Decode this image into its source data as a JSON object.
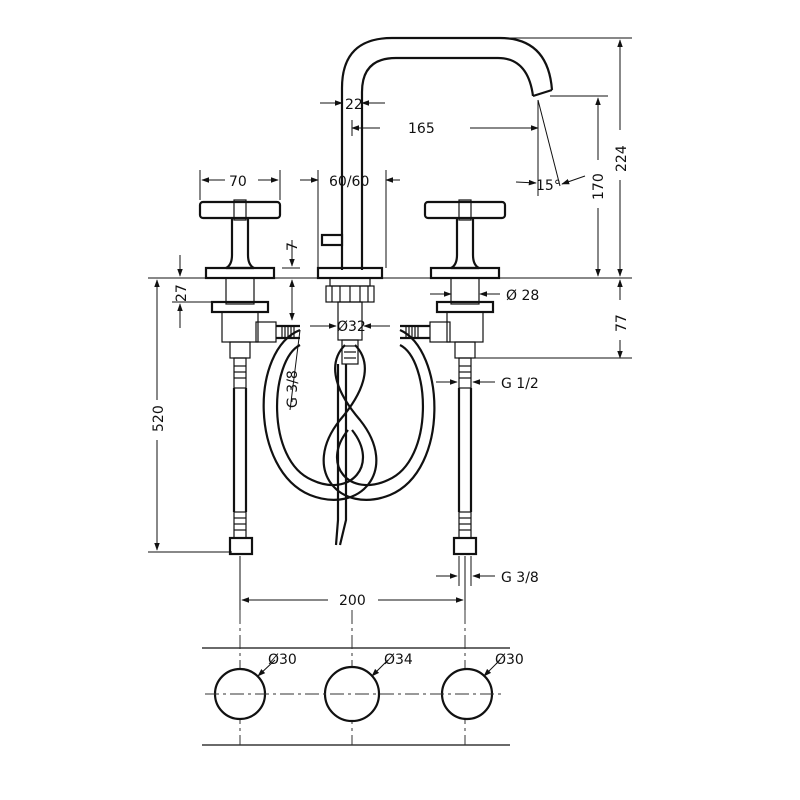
{
  "drawing": {
    "dimensions": {
      "spout_wall": "22",
      "spout_reach": "165",
      "spout_angle": "15°",
      "spout_height": "170",
      "total_height": "224",
      "handle_width": "70",
      "spout_base": "60/60",
      "handle_step": "7",
      "handle_base": "27",
      "shank_diameter": "Ø 28",
      "drain_diameter": "Ø32",
      "below_deck": "77",
      "hose_thread": "G 3/8",
      "inlet_thread": "G 1/2",
      "max_length": "520",
      "outlet_thread": "G 3/8",
      "centers": "200",
      "hole_left": "Ø30",
      "hole_center": "Ø34",
      "hole_right": "Ø30"
    }
  }
}
